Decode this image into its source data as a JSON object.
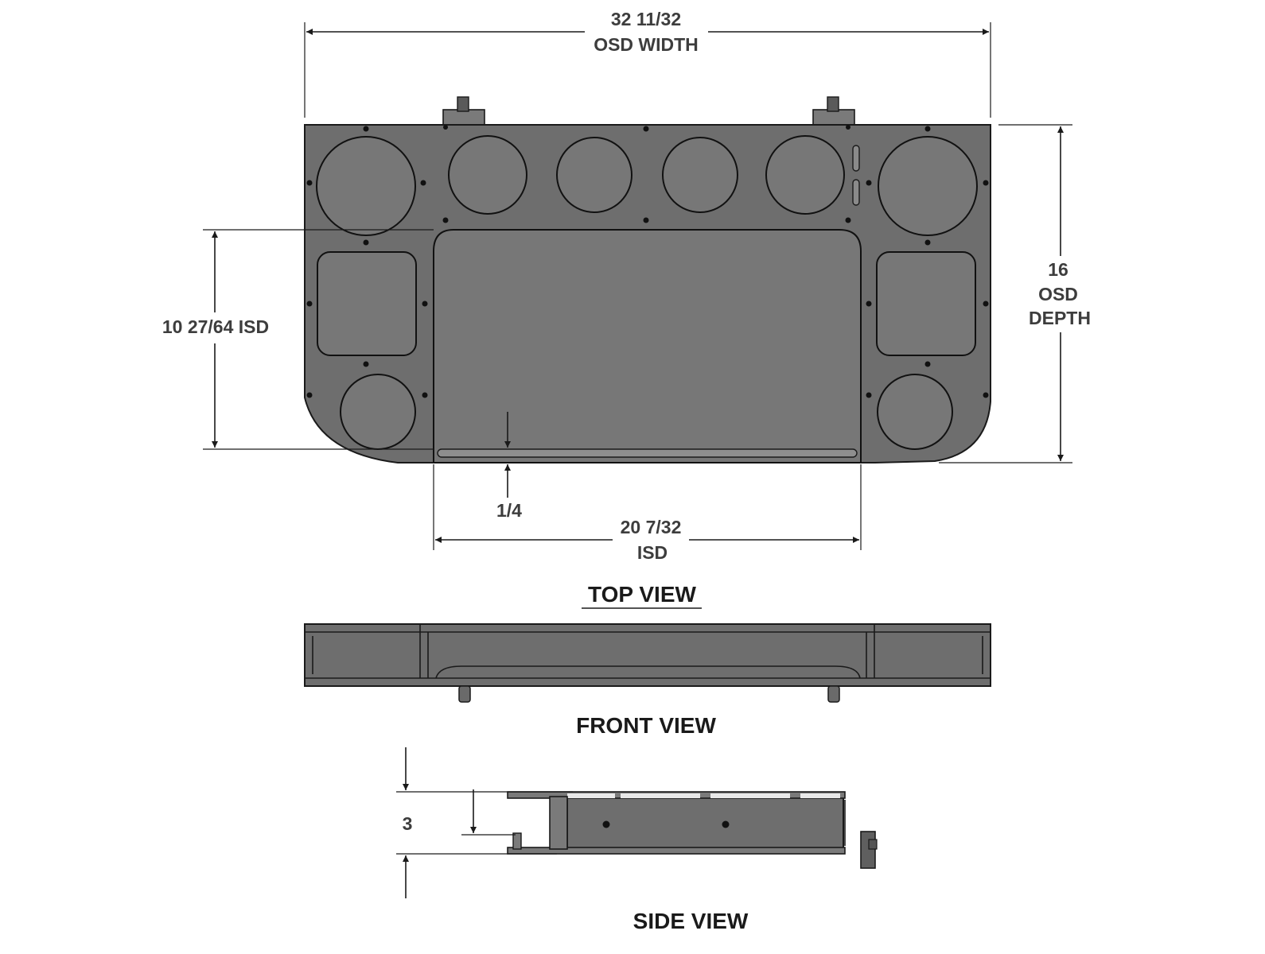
{
  "dimensions": {
    "osd_width_value": "32 11/32",
    "osd_width_label": "OSD WIDTH",
    "osd_depth_value": "16",
    "osd_depth_label_1": "OSD",
    "osd_depth_label_2": "DEPTH",
    "isd_depth": "10 27/64 ISD",
    "lip": "1/4",
    "isd_width_value": "20 7/32",
    "isd_width_label": "ISD",
    "height": "3"
  },
  "views": {
    "top": "TOP VIEW",
    "front": "FRONT VIEW",
    "side": "SIDE VIEW"
  },
  "colors": {
    "body": "#6e6e6e",
    "cutout": "#777777",
    "line": "#1a1a1a",
    "text": "#3d3d3d"
  }
}
